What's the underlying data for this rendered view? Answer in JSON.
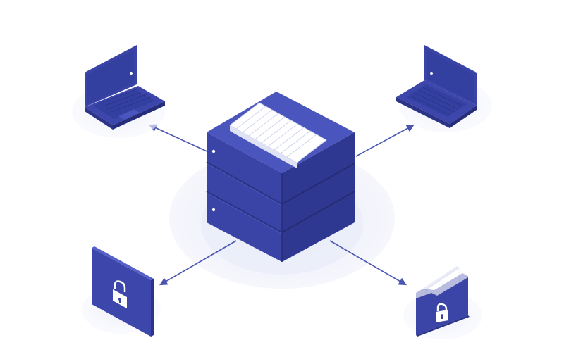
{
  "colors": {
    "background": "#ffffff",
    "primary": "#3b45a8",
    "primary_dark": "#2c3487",
    "primary_light": "#4e59c0",
    "halo": "#eef0fa",
    "arrow": "#4a55b0",
    "paper": "#ffffff"
  },
  "nodes": {
    "center": {
      "kind": "server-storage-cube",
      "icon": "file-storage-server-icon"
    },
    "top_left": {
      "kind": "laptop",
      "icon": "laptop-icon"
    },
    "top_right": {
      "kind": "laptop",
      "icon": "laptop-icon"
    },
    "bottom_left": {
      "kind": "locked-document",
      "icon": "locked-document-icon"
    },
    "bottom_right": {
      "kind": "locked-folder",
      "icon": "locked-folder-icon"
    }
  },
  "connections": [
    {
      "from": "center",
      "to": "top_left"
    },
    {
      "from": "center",
      "to": "top_right"
    },
    {
      "from": "center",
      "to": "bottom_left"
    },
    {
      "from": "center",
      "to": "bottom_right"
    }
  ]
}
